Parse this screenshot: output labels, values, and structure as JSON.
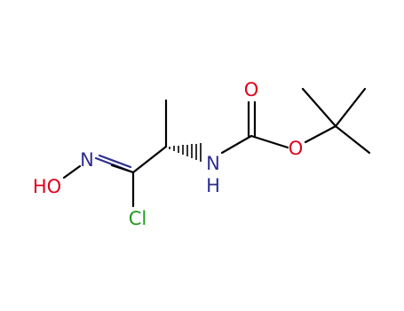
{
  "atoms": {
    "O_carbonyl": {
      "label": "O",
      "color": "#e0001b"
    },
    "O_ester": {
      "label": "O",
      "color": "#e0001b"
    },
    "N_amide": {
      "label": "N",
      "color": "#2e2e8f"
    },
    "H_amide": {
      "label": "H",
      "color": "#2e2e8f"
    },
    "N_oxime": {
      "label": "N",
      "color": "#2e2e8f"
    },
    "HO_oxime": {
      "label": "HO",
      "color": "#e0001b"
    },
    "Cl": {
      "label": "Cl",
      "color": "#1f9a1f"
    }
  },
  "bond_color": "#000000"
}
